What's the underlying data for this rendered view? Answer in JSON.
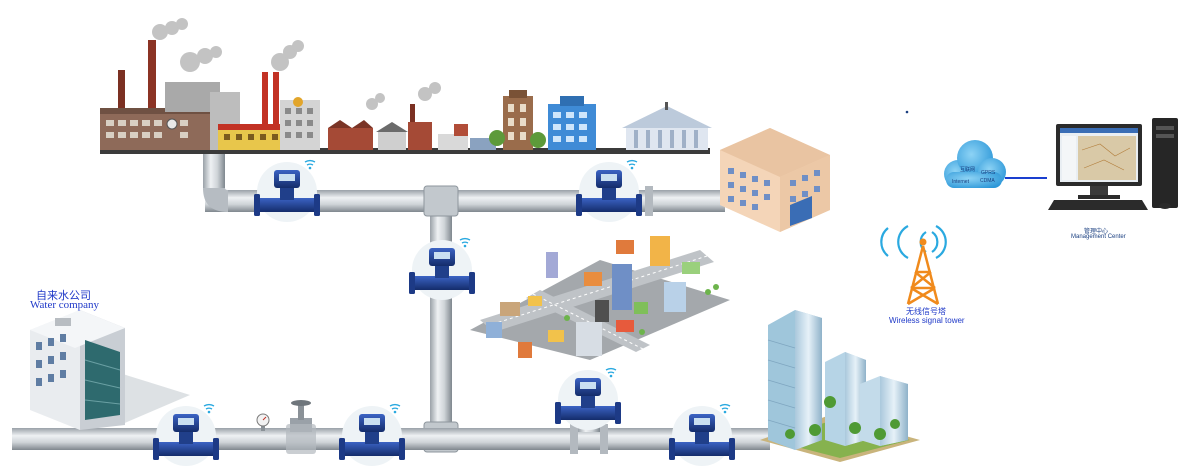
{
  "water_company": {
    "label_cn": "自来水公司",
    "label_en": "Water company"
  },
  "tower": {
    "label_cn": "无线信号塔",
    "label_en": "Wireless signal tower"
  },
  "cloud": {
    "line1": "互联网",
    "line2": "Internet",
    "line3": "GPRS",
    "line4": "CDMA"
  },
  "management": {
    "label_cn": "管理中心",
    "label_en": "Management Center"
  },
  "colors": {
    "pipe": "#c9ced3",
    "pipe_dark": "#8e969d",
    "meter_blue": "#1f3f8c",
    "signal": "#2aa9e0",
    "tower_orange": "#f08a1c",
    "cloud_blue": "#3aa7e6",
    "link_blue": "#1a3fcf",
    "label_blue": "#1f39c8"
  }
}
